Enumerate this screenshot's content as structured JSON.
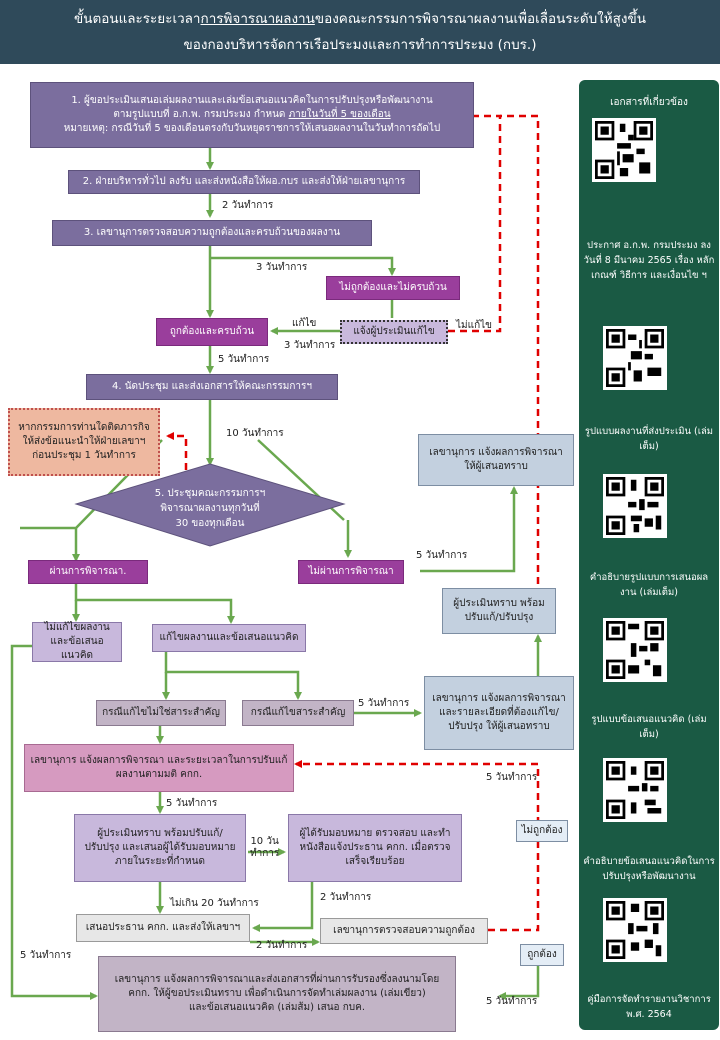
{
  "header": {
    "line1_pre": "ขั้นตอนและระยะเวลา",
    "line1_u": "การพิจารณาผลงาน",
    "line1_post": "ของคณะกรรมการพิจารณาผลงานเพื่อเลื่อนระดับให้สูงขึ้น",
    "line2": "ของกองบริหารจัดการเรือประมงและการทำการประมง (กบร.)"
  },
  "steps": {
    "s1_l1": "1. ผู้ขอประเมินเสนอเล่มผลงานและเล่มข้อเสนอแนวคิดในการปรับปรุงหรือพัฒนางาน",
    "s1_l2a": "ตามรูปแบบที่ อ.ก.พ. กรมประมง กำหนด ",
    "s1_l2b": "ภายในวันที่ 5 ของเดือน",
    "s1_l3": "หมายเหตุ: กรณีวันที่ 5 ของเดือนตรงกับวันหยุดราชการให้เสนอผลงานในวันทำการถัดไป",
    "s2": "2. ฝ่ายบริหารทั่วไป ลงรับ และส่งหนังสือให้ผอ.กบร และส่งให้ฝ่ายเลขานุการ",
    "s3": "3. เลขานุการตรวจสอบความถูกต้องและครบถ้วนของผลงาน",
    "incomplete": "ไม่ถูกต้องและไม่ครบถ้วน",
    "notify_fix": "แจ้งผู้ประเมินแก้ไข",
    "complete": "ถูกต้องและครบถ้วน",
    "s4": "4. นัดประชุม และส่งเอกสารให้คณะกรรมการฯ",
    "busy_note": "หากกรรมการท่านใดติดภารกิจ ให้ส่งข้อแนะนำให้ฝ่ายเลขาฯ ก่อนประชุม 1 วันทำการ",
    "s5_l1": "5. ประชุมคณะกรรมการฯ",
    "s5_l2": "พิจารณาผลงานทุกวันที่",
    "s5_l3": "30 ของทุกเดือน",
    "secretary_notify": "เลขานุการ แจ้งผลการพิจารณา ให้ผู้เสนอทราบ",
    "passed": "ผ่านการพิจารณา.",
    "failed": "ไม่ผ่านการพิจารณา",
    "acknowledge_fix": "ผู้ประเมินทราบ พร้อมปรับแก้/ปรับปรุง",
    "no_fix": "ไม่แก้ไขผลงานและข้อเสนอแนวคิด",
    "fix": "แก้ไขผลงานและข้อเสนอแนวคิด",
    "minor": "กรณีแก้ไขไม่ใช่สาระสำคัญ",
    "major": "กรณีแก้ไขสาระสำคัญ",
    "secretary_detail": "เลขานุการ แจ้งผลการพิจารณา และรายละเอียดที่ต้องแก้ไข/ ปรับปรุง ให้ผู้เสนอทราบ",
    "secretary_deadline": "เลขานุการ แจ้งผลการพิจารณา และระยะเวลาในการปรับแก้ ผลงานตามมติ คกก.",
    "acknowledge_submit": "ผู้ประเมินทราบ พร้อมปรับแก้/ ปรับปรุง และเสนอผู้ได้รับมอบหมาย ภายในระยะที่กำหนด",
    "delegate_check": "ผู้ได้รับมอบหมาย ตรวจสอบ และทำหนังสือแจ้งประธาน คกก. เมื่อตรวจเสร็จเรียบร้อย",
    "not_correct": "ไม่ถูกต้อง",
    "chair": "เสนอประธาน คกก. และส่งให้เลขาฯ",
    "secretary_check": "เลขานุการตรวจสอบความถูกต้อง",
    "correct": "ถูกต้อง",
    "final_l1": "เลขานุการ แจ้งผลการพิจารณาและส่งเอกสารที่ผ่านการรับรองซึ่งลงนามโดย",
    "final_l2": "คกก. ให้ผู้ขอประเมินทราบ เพื่อดำเนินการจัดทำเล่มผลงาน (เล่มเขียว)",
    "final_l3": "และข้อเสนอแนวคิด (เล่มส้ม) เสนอ กบค."
  },
  "labels": {
    "d2": "2 วันทำการ",
    "d3": "3 วันทำการ",
    "fix": "แก้ไข",
    "no_fix": "ไม่แก้ไข",
    "d3b": "3 วันทำการ",
    "d5a": "5 วันทำการ",
    "d10": "10 วันทำการ",
    "d5b": "5 วันทำการ",
    "d5c": "5 วันทำการ",
    "d5d": "5 วันทำการ",
    "d10b_1": "10 วัน",
    "d10b_2": "ทำการ",
    "d20": "ไม่เกิน 20 วันทำการ",
    "d2b": "2 วันทำการ",
    "d2c": "2 วันทำการ",
    "d5e": "5 วันทำการ",
    "d5f": "5 วันทำการ",
    "d5g": "5 วันทำการ"
  },
  "sidebar": {
    "title": "เอกสารที่เกี่ยวข้อง",
    "docs": [
      "ประกาศ อ.ก.พ. กรมประมง ลงวันที่ 8 มีนาคม 2565 เรื่อง หลักเกณฑ์ วิธีการ และเงื่อนไข ฯ",
      "รูปแบบผลงานที่ส่งประเมิน (เล่มเต็ม)",
      "คำอธิบายรูปแบบการเสนอผลงาน (เล่มเต็ม)",
      "รูปแบบข้อเสนอแนวคิด (เล่มเต็ม)",
      "คำอธิบายข้อเสนอแนวคิดในการปรับปรุงหรือพัฒนางาน",
      "คู่มือการจัดทำรายงานวิชาการ พ.ศ. 2564"
    ]
  },
  "colors": {
    "header": "#2f4a5a",
    "arrow": "#6aa84f",
    "dashed": "#e00000",
    "sidebar": "#1a5a44"
  }
}
